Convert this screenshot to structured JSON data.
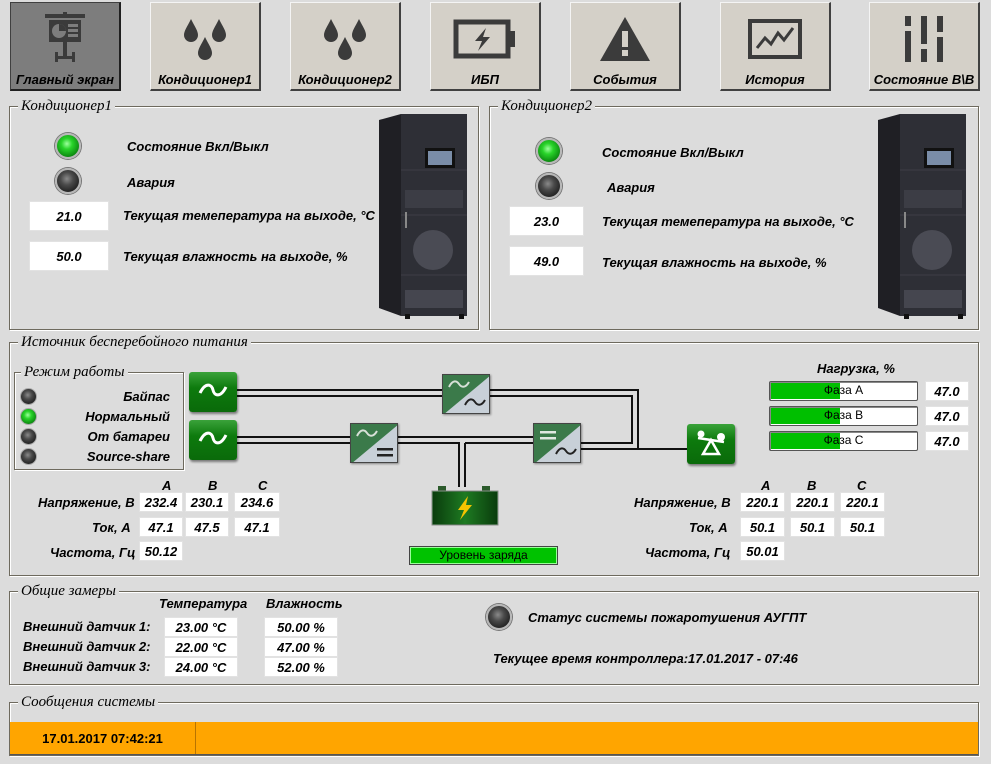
{
  "nav": [
    {
      "label": "Главный экран",
      "icon": "presentation-icon",
      "active": true
    },
    {
      "label": "Кондиционер1",
      "icon": "drops-icon"
    },
    {
      "label": "Кондиционер2",
      "icon": "drops-icon"
    },
    {
      "label": "ИБП",
      "icon": "battery-icon"
    },
    {
      "label": "События",
      "icon": "warning-icon"
    },
    {
      "label": "История",
      "icon": "chart-icon"
    },
    {
      "label": "Состояние В\\В",
      "icon": "sliders-icon"
    }
  ],
  "ac1": {
    "title": "Кондиционер1",
    "state_label": "Состояние Вкл/Выкл",
    "state_on": true,
    "alarm_label": "Авария",
    "alarm_on": false,
    "temp_value": "21.0",
    "temp_label": "Текущая темепература на выходе, °C",
    "hum_value": "50.0",
    "hum_label": "Текущая влажность на выходе, %"
  },
  "ac2": {
    "title": "Кондиционер2",
    "state_label": "Состояние Вкл/Выкл",
    "state_on": true,
    "alarm_label": "Авария",
    "alarm_on": false,
    "temp_value": "23.0",
    "temp_label": "Текущая темепература на выходе, °C",
    "hum_value": "49.0",
    "hum_label": "Текущая влажность на выходе, %"
  },
  "ups": {
    "title": "Источник бесперебойного питания",
    "mode_title": "Режим работы",
    "modes": [
      {
        "label": "Байпас",
        "on": false
      },
      {
        "label": "Нормальный",
        "on": true
      },
      {
        "label": "От батареи",
        "on": false
      },
      {
        "label": "Source-share",
        "on": false
      }
    ],
    "phase_headers": [
      "A",
      "B",
      "C"
    ],
    "input": {
      "voltage_label": "Напряжение, В",
      "voltage": [
        "232.4",
        "230.1",
        "234.6"
      ],
      "current_label": "Ток, А",
      "current": [
        "47.1",
        "47.5",
        "47.1"
      ],
      "freq_label": "Частота, Гц",
      "freq": "50.12"
    },
    "output": {
      "voltage_label": "Напряжение, В",
      "voltage": [
        "220.1",
        "220.1",
        "220.1"
      ],
      "current_label": "Ток, А",
      "current": [
        "50.1",
        "50.1",
        "50.1"
      ],
      "freq_label": "Частота, Гц",
      "freq": "50.01"
    },
    "load_title": "Нагрузка, %",
    "load": [
      {
        "label": "Фаза A",
        "value": "47.0",
        "percent": 47
      },
      {
        "label": "Фаза B",
        "value": "47.0",
        "percent": 47
      },
      {
        "label": "Фаза C",
        "value": "47.0",
        "percent": 47
      }
    ],
    "charge_label": "Уровень заряда",
    "charge_percent": 100
  },
  "measure": {
    "title": "Общие замеры",
    "col_temp": "Температура",
    "col_hum": "Влажность",
    "rows": [
      {
        "label": "Внешний датчик 1:",
        "temp": "23.00 °C",
        "hum": "50.00 %"
      },
      {
        "label": "Внешний датчик 2:",
        "temp": "22.00 °C",
        "hum": "47.00 %"
      },
      {
        "label": "Внешний датчик 3:",
        "temp": "24.00 °C",
        "hum": "52.00 %"
      }
    ],
    "fire_label": "Статус системы пожаротушения АУГПТ",
    "fire_on": false,
    "controller_time": "Текущее время контроллера:17.01.2017 - 07:46"
  },
  "messages": {
    "title": "Сообщения системы",
    "items": [
      {
        "time": "17.01.2017 07:42:21",
        "text": ""
      }
    ],
    "color": "#ffa500"
  },
  "colors": {
    "led_green": "#29d42a",
    "bar_green": "#00bf00",
    "ups_green": "#0d7a0d"
  }
}
